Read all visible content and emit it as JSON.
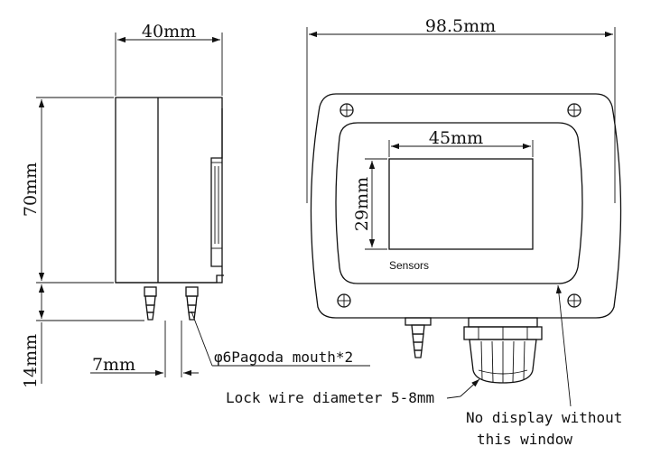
{
  "dimensions": {
    "side_width": "40mm",
    "front_width": "98.5mm",
    "side_height": "70mm",
    "window_width": "45mm",
    "window_height": "29mm",
    "nozzle_height": "14mm",
    "nozzle_gap": "7mm"
  },
  "callouts": {
    "nozzle": "φ6Pagoda mouth*2",
    "cable_gland": "Lock wire diameter 5-8mm",
    "window_line1": "No display without",
    "window_line2": "this window"
  },
  "device_label": "Sensors"
}
